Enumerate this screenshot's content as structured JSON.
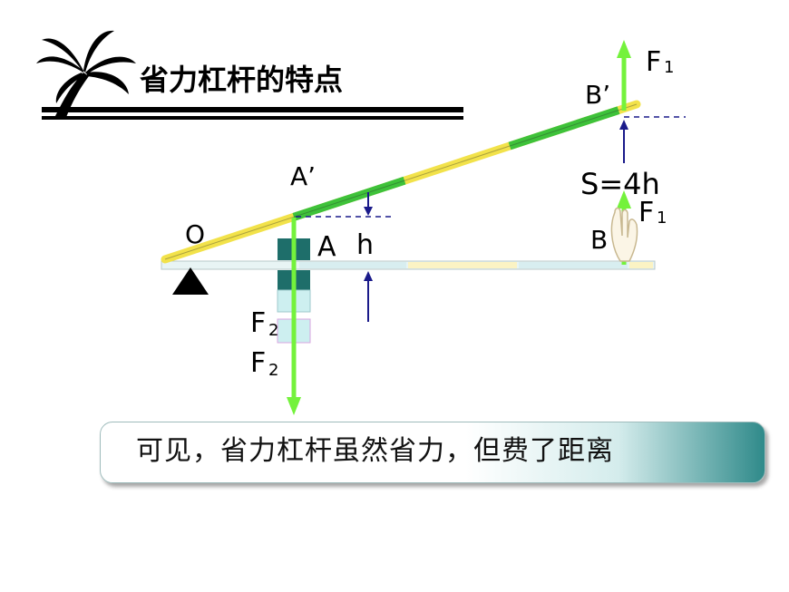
{
  "title": "省力杠杆的特点",
  "conclusion": "可见，省力杠杆虽然省力，但费了距离",
  "labels": {
    "fulcrum": "O",
    "point_a": "A",
    "point_a_prime": "A’",
    "point_b": "B",
    "point_b_prime": "B’",
    "force_f1_top": "F",
    "force_f1_top_sub": "1",
    "force_f1_low": "F",
    "force_f1_low_sub": "1",
    "force_f2_a": "F",
    "force_f2_a_sub": "2",
    "force_f2_b": "F",
    "force_f2_b_sub": "2",
    "height_h": "h",
    "distance_s": "S=4h"
  },
  "colors": {
    "lever_yellow": "#f2e24a",
    "lever_green": "#3ec23a",
    "arrow_green": "#74f23c",
    "arrow_blue": "#1a1a8a",
    "weight_dark": "#1e6e6a",
    "weight_light": "#cdeff0",
    "banner_teal": "#2f8a8a"
  }
}
